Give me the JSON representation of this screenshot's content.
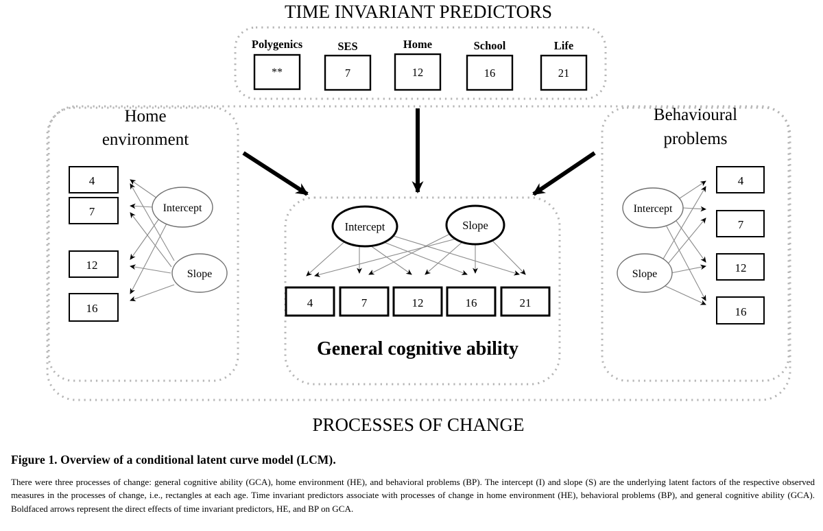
{
  "figure": {
    "top_header": "TIME INVARIANT PREDICTORS",
    "bottom_header": "PROCESSES OF CHANGE",
    "center_group_label": "General cognitive ability",
    "left_group_label_line1": "Home",
    "left_group_label_line2": "environment",
    "right_group_label_line1": "Behavioural",
    "right_group_label_line2": "problems"
  },
  "time_invariant_predictors": {
    "items": [
      {
        "label": "Polygenics",
        "value": "**"
      },
      {
        "label": "SES",
        "value": "7"
      },
      {
        "label": "Home",
        "value": "12"
      },
      {
        "label": "School",
        "value": "16"
      },
      {
        "label": "Life",
        "value": "21"
      }
    ]
  },
  "home_environment": {
    "latent": [
      {
        "label": "Intercept"
      },
      {
        "label": "Slope"
      }
    ],
    "indicators": [
      {
        "value": "4"
      },
      {
        "value": "7"
      },
      {
        "value": "12"
      },
      {
        "value": "16"
      }
    ]
  },
  "general_cognitive_ability": {
    "latent": [
      {
        "label": "Intercept"
      },
      {
        "label": "Slope"
      }
    ],
    "indicators": [
      {
        "value": "4"
      },
      {
        "value": "7"
      },
      {
        "value": "12"
      },
      {
        "value": "16"
      },
      {
        "value": "21"
      }
    ]
  },
  "behavioural_problems": {
    "latent": [
      {
        "label": "Intercept"
      },
      {
        "label": "Slope"
      }
    ],
    "indicators": [
      {
        "value": "4"
      },
      {
        "value": "7"
      },
      {
        "value": "12"
      },
      {
        "value": "16"
      }
    ]
  },
  "caption": {
    "title": "Figure 1.  Overview of a conditional latent curve model (LCM).",
    "body": "There were three processes of change: general cognitive ability (GCA), home environment (HE), and behavioral problems (BP). The intercept (I) and slope (S) are the underlying latent factors of the respective observed measures in the processes of change, i.e., rectangles at each age. Time invariant predictors associate with processes of change in home environment (HE), behavioral problems (BP), and general cognitive ability (GCA). Boldfaced arrows represent the direct effects of time invariant predictors, HE, and BP on GCA."
  },
  "colors": {
    "stroke": "#000000",
    "dotted_panel": "#b5b5b5",
    "thin_path": "#8a8a8a",
    "background": "#ffffff"
  }
}
